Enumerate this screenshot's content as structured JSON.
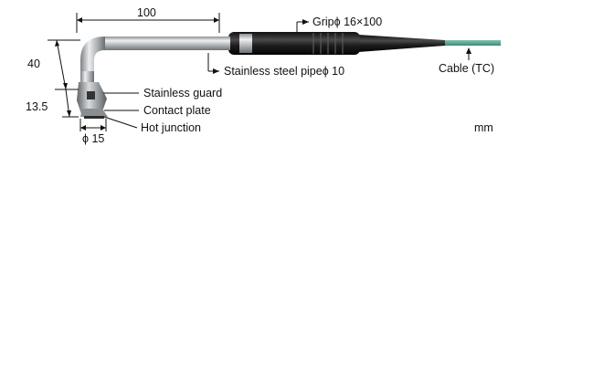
{
  "labels": {
    "grip": "Gripϕ 16×100",
    "pipe": "Stainless steel pipeϕ 10",
    "cable": "Cable (TC)",
    "guard": "Stainless guard",
    "contact": "Contact plate",
    "junction": "Hot junction"
  },
  "dimensions": {
    "length_top": "100",
    "height_upper": "40",
    "height_lower": "13.5",
    "diameter_tip": "ϕ 15"
  },
  "unit": "mm",
  "colors": {
    "cable": "#5fa898",
    "grip": "#1a1a1a",
    "steel": "#b8bcbf"
  }
}
